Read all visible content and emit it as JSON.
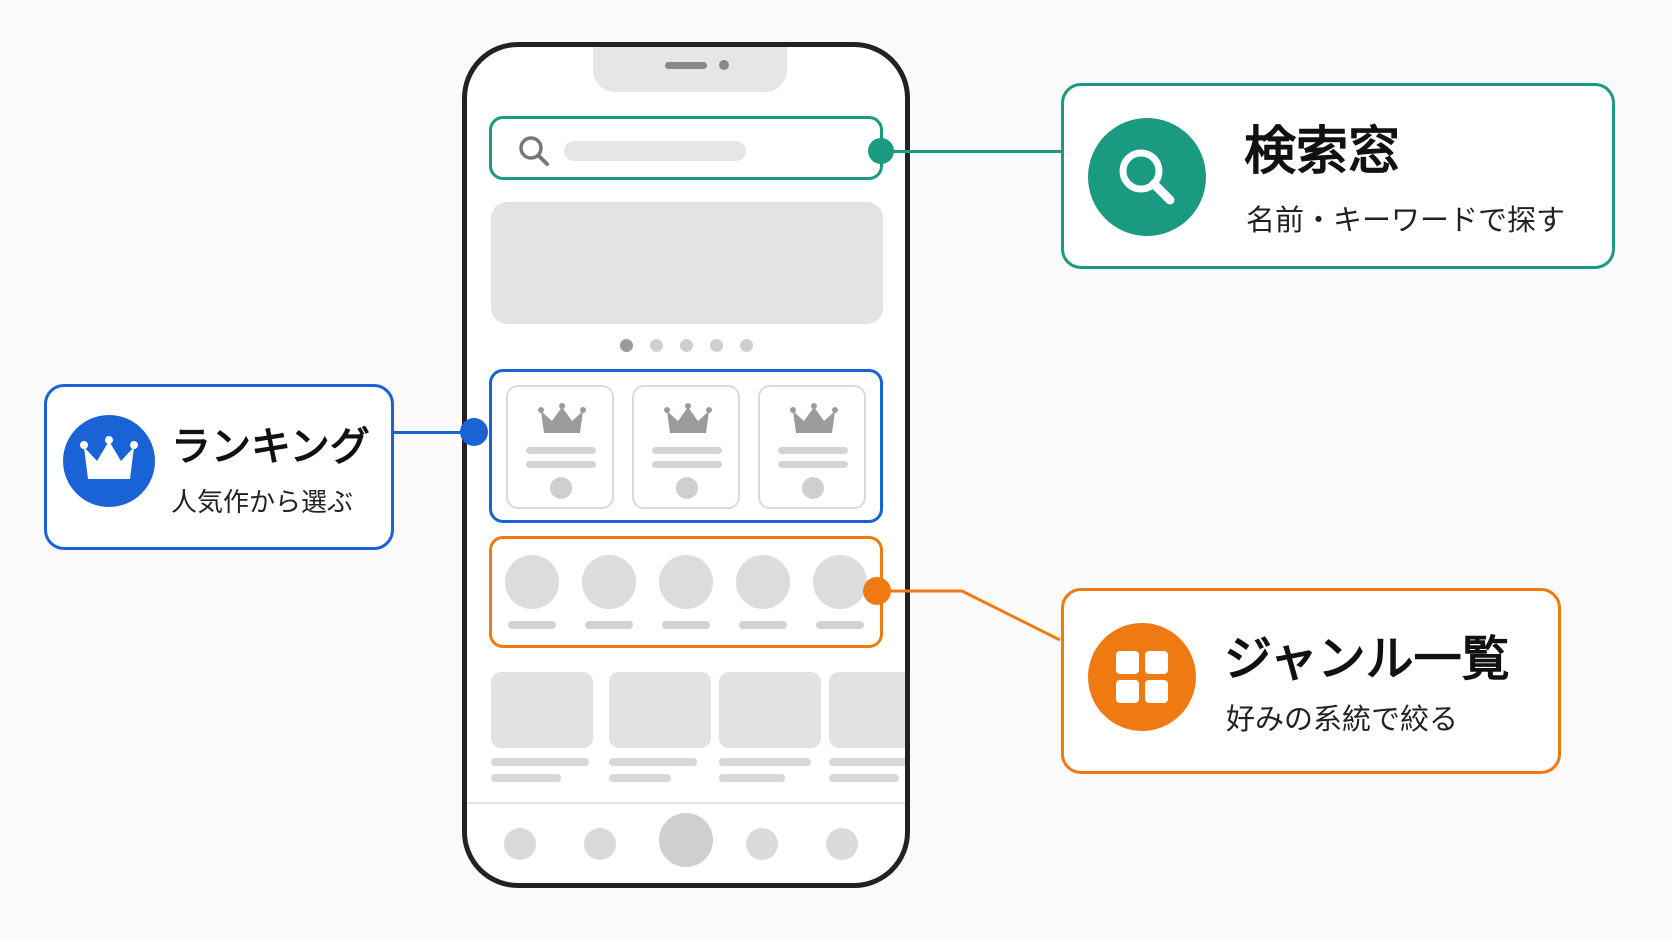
{
  "colors": {
    "search": "#1a9a80",
    "ranking": "#1a63d6",
    "genre": "#f07a12",
    "placeholder": "#e2e2e2",
    "phone_frame": "#222222"
  },
  "callouts": {
    "search": {
      "title": "検索窓",
      "description": "名前・キーワードで探す",
      "icon": "search-icon"
    },
    "ranking": {
      "title": "ランキング",
      "description": "人気作から選ぶ",
      "icon": "crown-icon"
    },
    "genre": {
      "title": "ジャンル一覧",
      "description": "好みの系統で絞る",
      "icon": "grid-icon"
    }
  },
  "phone": {
    "carousel": {
      "page_count": 5,
      "active_page": 1
    },
    "ranking_cards": 3,
    "genre_items": 5,
    "content_cards": 4,
    "bottom_nav_items": 5
  }
}
